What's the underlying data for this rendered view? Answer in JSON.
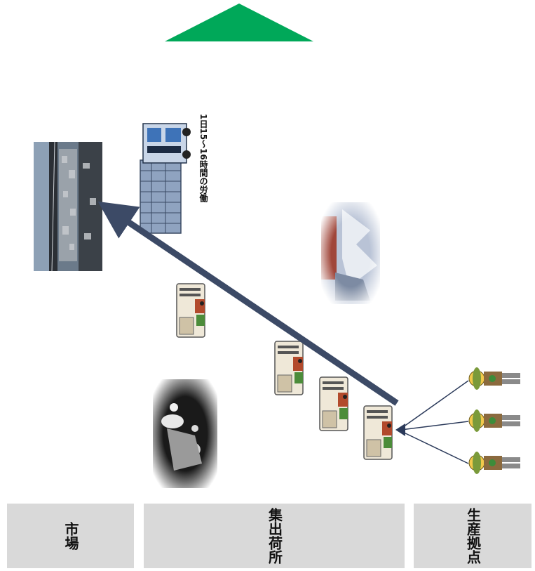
{
  "captions": {
    "labor_hours": "1日15～16時間の労働"
  },
  "panels": {
    "market": "市場",
    "collection_shipping": "集出荷所",
    "production_base": "生産拠点"
  },
  "colors": {
    "triangle": "#00a859",
    "arrow": "#3c4a66",
    "panel_bg": "#d9d9d9"
  }
}
